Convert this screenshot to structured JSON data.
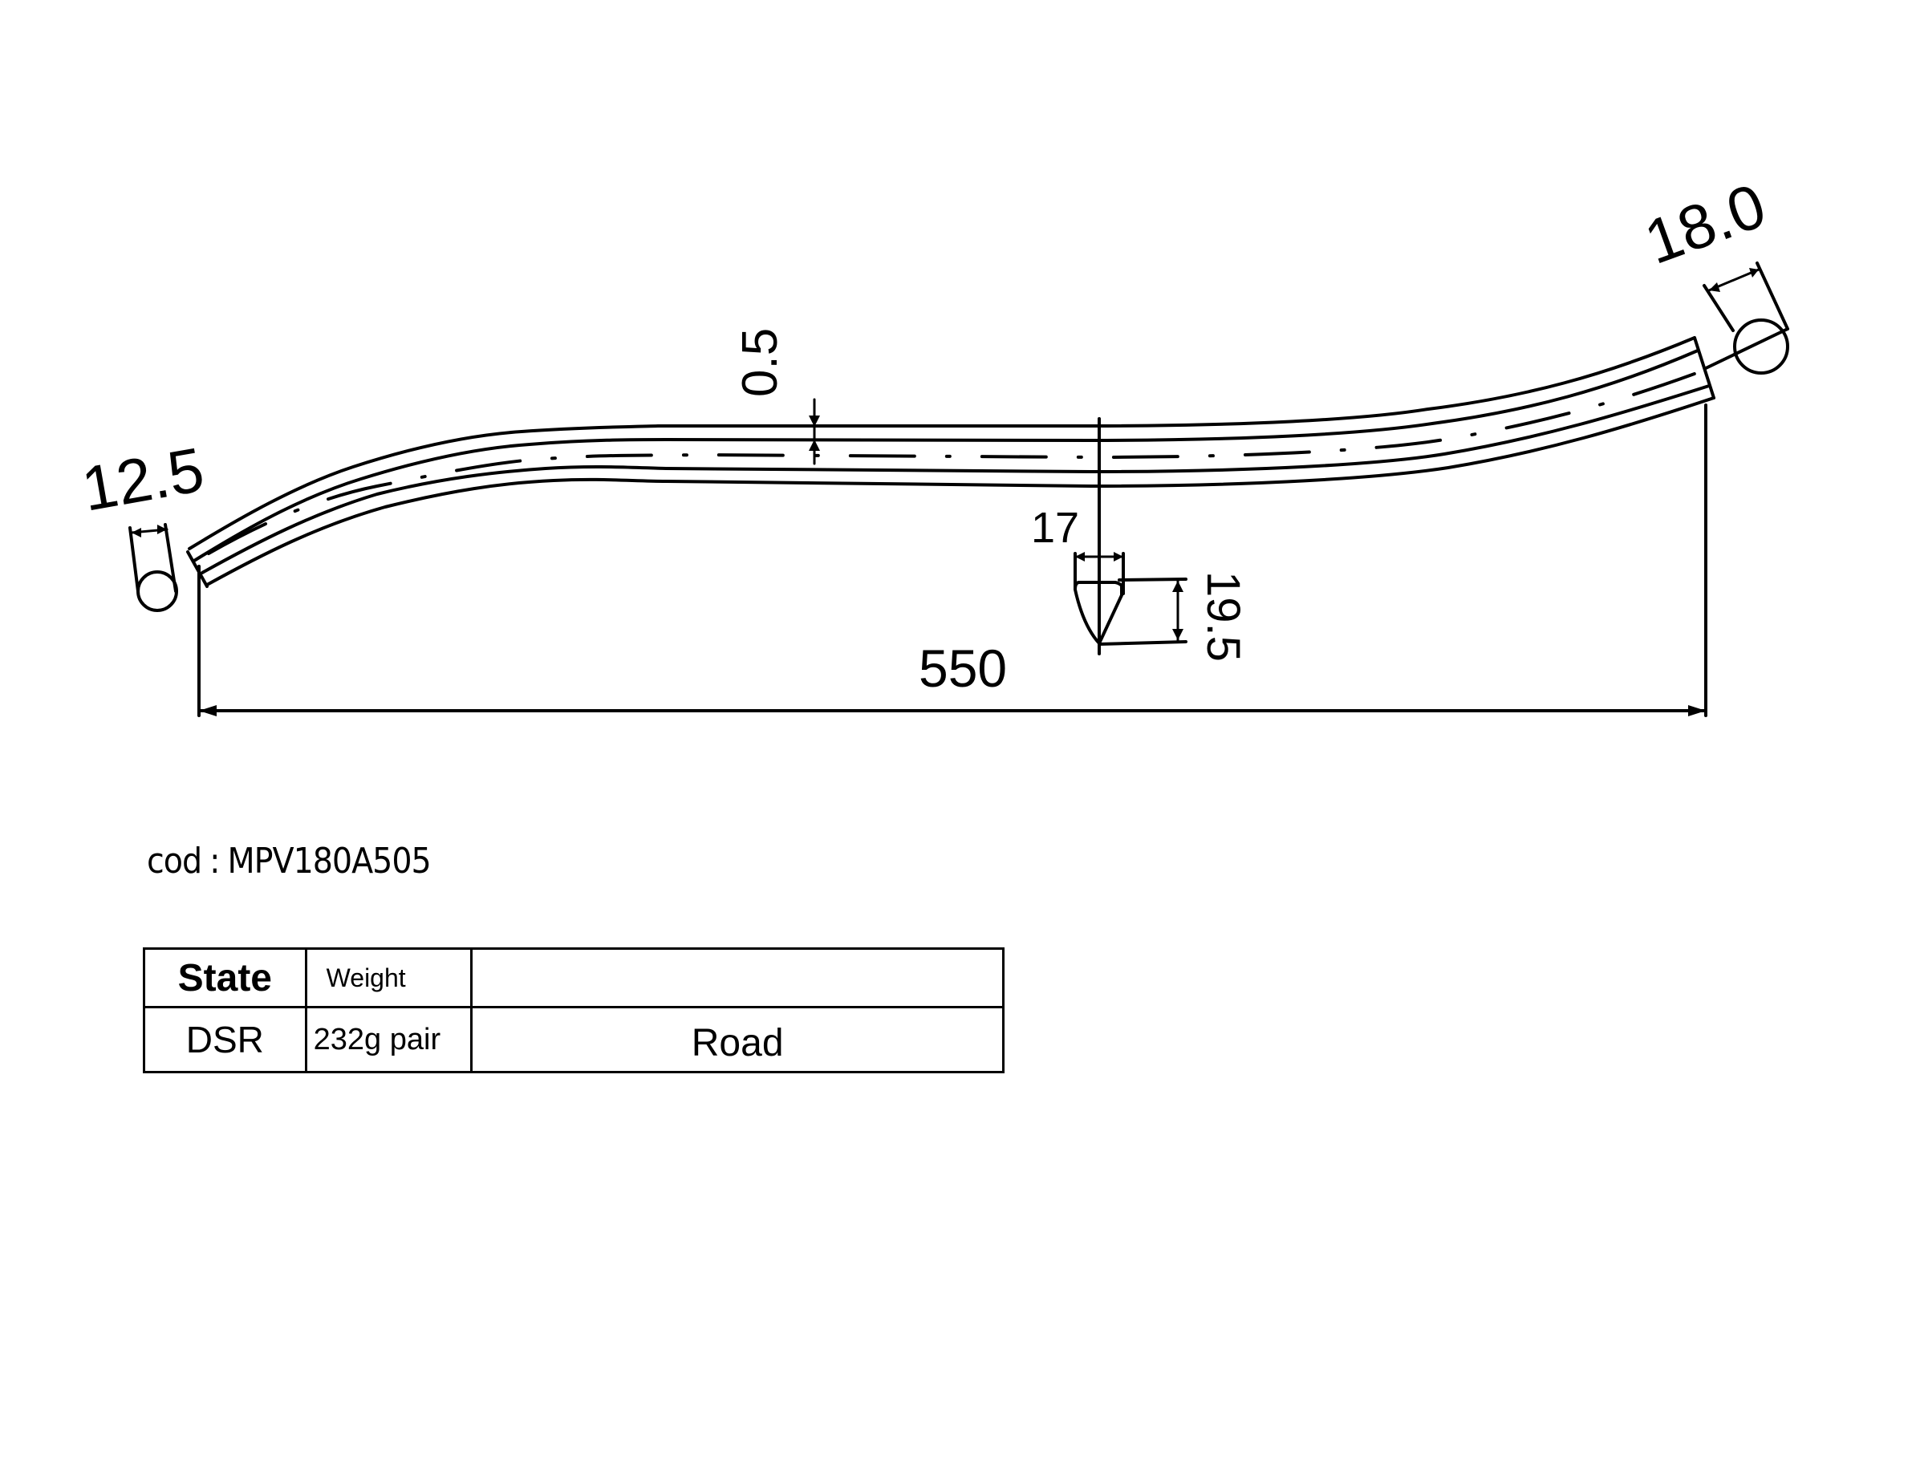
{
  "dimensions": {
    "left_end_diameter": "12.5",
    "right_end_diameter": "18.0",
    "center_offset": "0.5",
    "overall_length": "550",
    "tip_width": "17",
    "tip_height": "19.5"
  },
  "code": {
    "label": "cod",
    "separator": ":",
    "value": "MPV180A505"
  },
  "spec_table": {
    "headers": [
      "State",
      "Weight",
      ""
    ],
    "row": [
      "DSR",
      "232g pair",
      "Road"
    ]
  }
}
